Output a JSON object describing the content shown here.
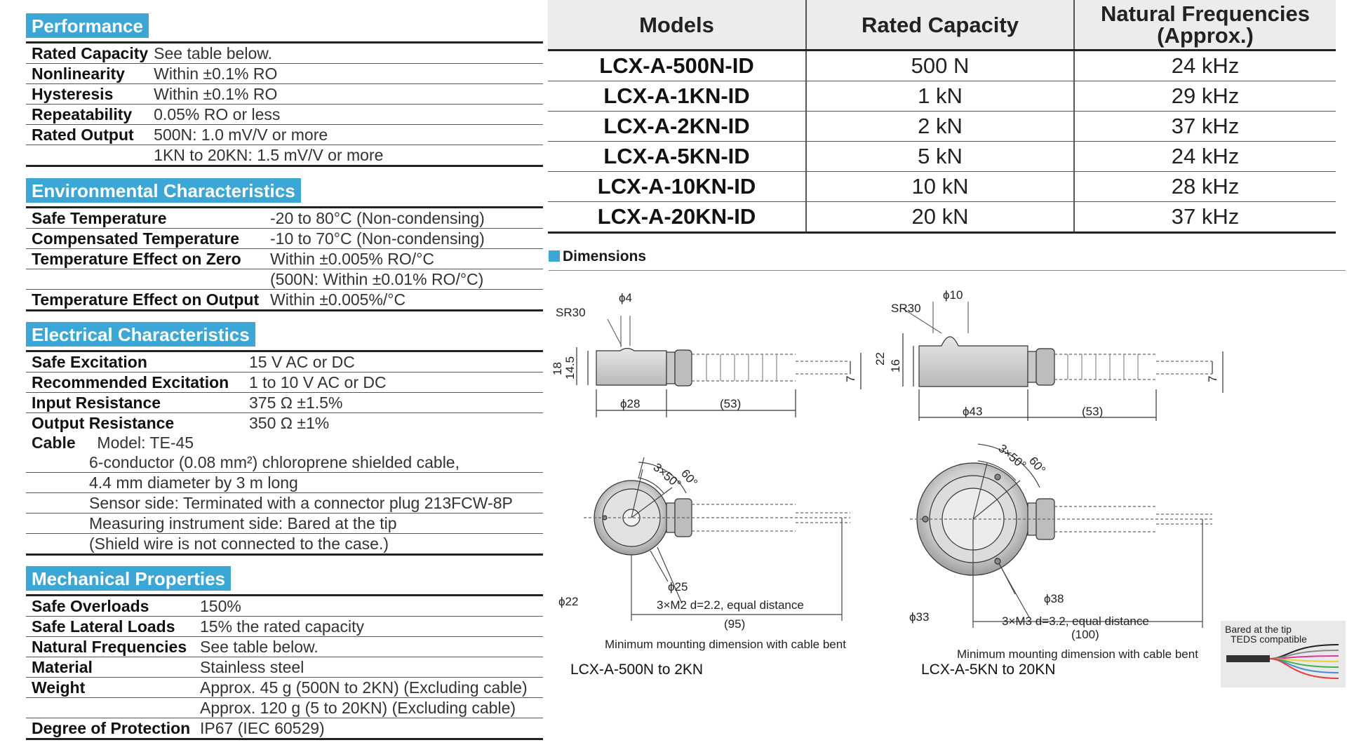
{
  "performance": {
    "title": "Performance",
    "rows": [
      {
        "label": "Rated Capacity",
        "value": "See table below."
      },
      {
        "label": "Nonlinearity",
        "value": "Within ±0.1% RO"
      },
      {
        "label": "Hysteresis",
        "value": "Within ±0.1% RO"
      },
      {
        "label": "Repeatability",
        "value": "0.05% RO or less"
      },
      {
        "label": "Rated Output",
        "value": "500N: 1.0 mV/V or more"
      },
      {
        "label": "",
        "value": "1KN to 20KN: 1.5 mV/V or more"
      }
    ]
  },
  "environmental": {
    "title": "Environmental Characteristics",
    "rows": [
      {
        "label": "Safe Temperature",
        "value": "-20 to 80°C (Non-condensing)"
      },
      {
        "label": "Compensated Temperature",
        "value": "-10 to 70°C (Non-condensing)"
      },
      {
        "label": "Temperature Effect on Zero",
        "value": "Within ±0.005% RO/°C"
      },
      {
        "label": "",
        "value": "(500N: Within ±0.01% RO/°C)"
      },
      {
        "label": "Temperature Effect on Output",
        "value": "Within ±0.005%/°C"
      }
    ]
  },
  "electrical": {
    "title": "Electrical Characteristics",
    "rows": [
      {
        "label": "Safe Excitation",
        "value": "15 V AC or DC"
      },
      {
        "label": "Recommended Excitation",
        "value": "1 to 10 V AC or DC"
      },
      {
        "label": "Input Resistance",
        "value": "375 Ω ±1.5%"
      },
      {
        "label": "Output Resistance",
        "value": "350 Ω ±1%"
      }
    ],
    "cable_label": "Cable",
    "cable_model": "Model: TE-45",
    "cable_lines": [
      "6-conductor (0.08 mm²) chloroprene shielded cable,",
      "4.4 mm diameter by 3 m long",
      "Sensor side: Terminated with a connector plug 213FCW-8P",
      "Measuring instrument side: Bared at the tip",
      "(Shield wire is not connected to the case.)"
    ]
  },
  "mechanical": {
    "title": "Mechanical Properties",
    "rows": [
      {
        "label": "Safe Overloads",
        "value": "150%"
      },
      {
        "label": "Safe Lateral Loads",
        "value": "15% the rated capacity"
      },
      {
        "label": "Natural Frequencies",
        "value": "See table below."
      },
      {
        "label": "Material",
        "value": "Stainless steel"
      },
      {
        "label": "Weight",
        "value": "Approx. 45 g (500N to 2KN) (Excluding cable)"
      },
      {
        "label": "",
        "value": "Approx. 120 g (5 to 20KN) (Excluding cable)"
      },
      {
        "label": "Degree of Protection",
        "value": "IP67 (IEC 60529)"
      }
    ]
  },
  "models_table": {
    "headers": [
      "Models",
      "Rated Capacity",
      "Natural Frequencies",
      "(Approx.)"
    ],
    "rows": [
      [
        "LCX-A-500N-ID",
        "500 N",
        "24 kHz"
      ],
      [
        "LCX-A-1KN-ID",
        "1 kN",
        "29 kHz"
      ],
      [
        "LCX-A-2KN-ID",
        "2 kN",
        "37 kHz"
      ],
      [
        "LCX-A-5KN-ID",
        "5 kN",
        "24 kHz"
      ],
      [
        "LCX-A-10KN-ID",
        "10 kN",
        "28 kHz"
      ],
      [
        "LCX-A-20KN-ID",
        "20 kN",
        "37 kHz"
      ]
    ]
  },
  "dimensions": {
    "title": "Dimensions",
    "small": {
      "caption": "LCX-A-500N to 2KN",
      "sr": "SR30",
      "top_dia": "ϕ4",
      "h_total": "18",
      "h_body": "14.5",
      "body_dia": "ϕ28",
      "cable_len": "(53)",
      "cable_h": "7",
      "angle_a": "3×50°",
      "angle_b": "60°",
      "pcd": "ϕ25",
      "dia_b": "ϕ22",
      "holes": "3×M2 d=2.2, equal distance",
      "mount_len": "(95)",
      "mount_note": "Minimum mounting dimension with cable bent"
    },
    "large": {
      "caption": "LCX-A-5KN to 20KN",
      "sr": "SR30",
      "top_dia": "ϕ10",
      "h_total": "22",
      "h_body": "16",
      "body_dia": "ϕ43",
      "cable_len": "(53)",
      "cable_h": "7",
      "angle_a": "3×50°",
      "angle_b": "60°",
      "pcd": "ϕ38",
      "dia_b": "ϕ33",
      "holes": "3×M3 d=3.2, equal distance",
      "mount_len": "(100)",
      "mount_note": "Minimum mounting dimension with cable bent"
    },
    "tip_note_1": "Bared at the tip",
    "tip_note_2": "TEDS compatible",
    "wire_colors": [
      "#222222",
      "#8a8a8a",
      "#d93a9a",
      "#e8d23a",
      "#3ab64a",
      "#4a8ad9",
      "#e83a3a"
    ]
  }
}
